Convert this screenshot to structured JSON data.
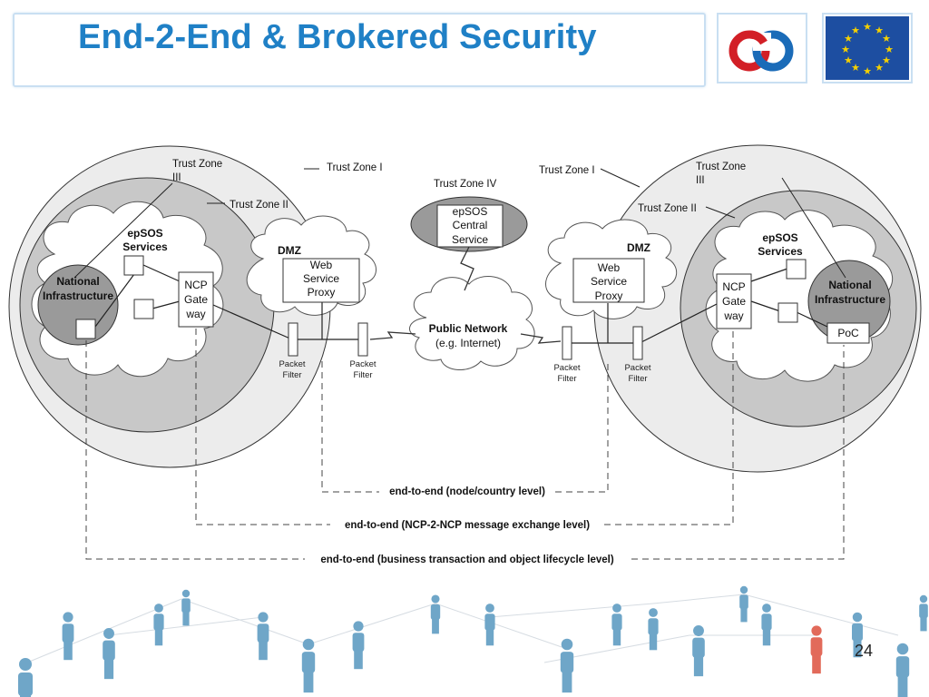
{
  "title": "End-2-End & Brokered Security",
  "page_number": "24",
  "icons": {
    "partner_logo": "epsos-logo-icon",
    "eu_flag": "eu-flag-icon"
  },
  "colors": {
    "title": "#1f80c6",
    "zone_outer": "#ececec",
    "zone_inner": "#c8c8c8",
    "national": "#9a9a9a",
    "accent_person": "#e26a5a"
  },
  "left": {
    "trust_zone_3": [
      "Trust Zone",
      "III"
    ],
    "trust_zone_1": "Trust Zone I",
    "trust_zone_2": "Trust Zone II",
    "services": [
      "epSOS",
      "Services"
    ],
    "national": [
      "National",
      "Infrastructure"
    ],
    "ncp": [
      "NCP",
      "Gate",
      "way"
    ],
    "dmz": "DMZ",
    "proxy": [
      "Web",
      "Service",
      "Proxy"
    ],
    "filter1": [
      "Packet",
      "Filter"
    ],
    "filter2": [
      "Packet",
      "Filter"
    ]
  },
  "right": {
    "trust_zone_1": "Trust Zone I",
    "trust_zone_3": [
      "Trust Zone",
      "III"
    ],
    "trust_zone_2": "Trust Zone II",
    "services": [
      "epSOS",
      "Services"
    ],
    "national": [
      "National",
      "Infrastructure"
    ],
    "poc": "PoC",
    "ncp": [
      "NCP",
      "Gate",
      "way"
    ],
    "dmz": "DMZ",
    "proxy": [
      "Web",
      "Service",
      "Proxy"
    ],
    "filter1": [
      "Packet",
      "Filter"
    ],
    "filter2": [
      "Packet",
      "Filter"
    ]
  },
  "center": {
    "trust_zone_4": "Trust Zone IV",
    "central": [
      "epSOS",
      "Central",
      "Service"
    ],
    "network": [
      "Public Network",
      "(e.g. Internet)"
    ]
  },
  "levels": {
    "node": "end-to-end (node/country level)",
    "ncp": "end-to-end (NCP-2-NCP message exchange level)",
    "business": "end-to-end (business transaction and object lifecycle level)"
  }
}
